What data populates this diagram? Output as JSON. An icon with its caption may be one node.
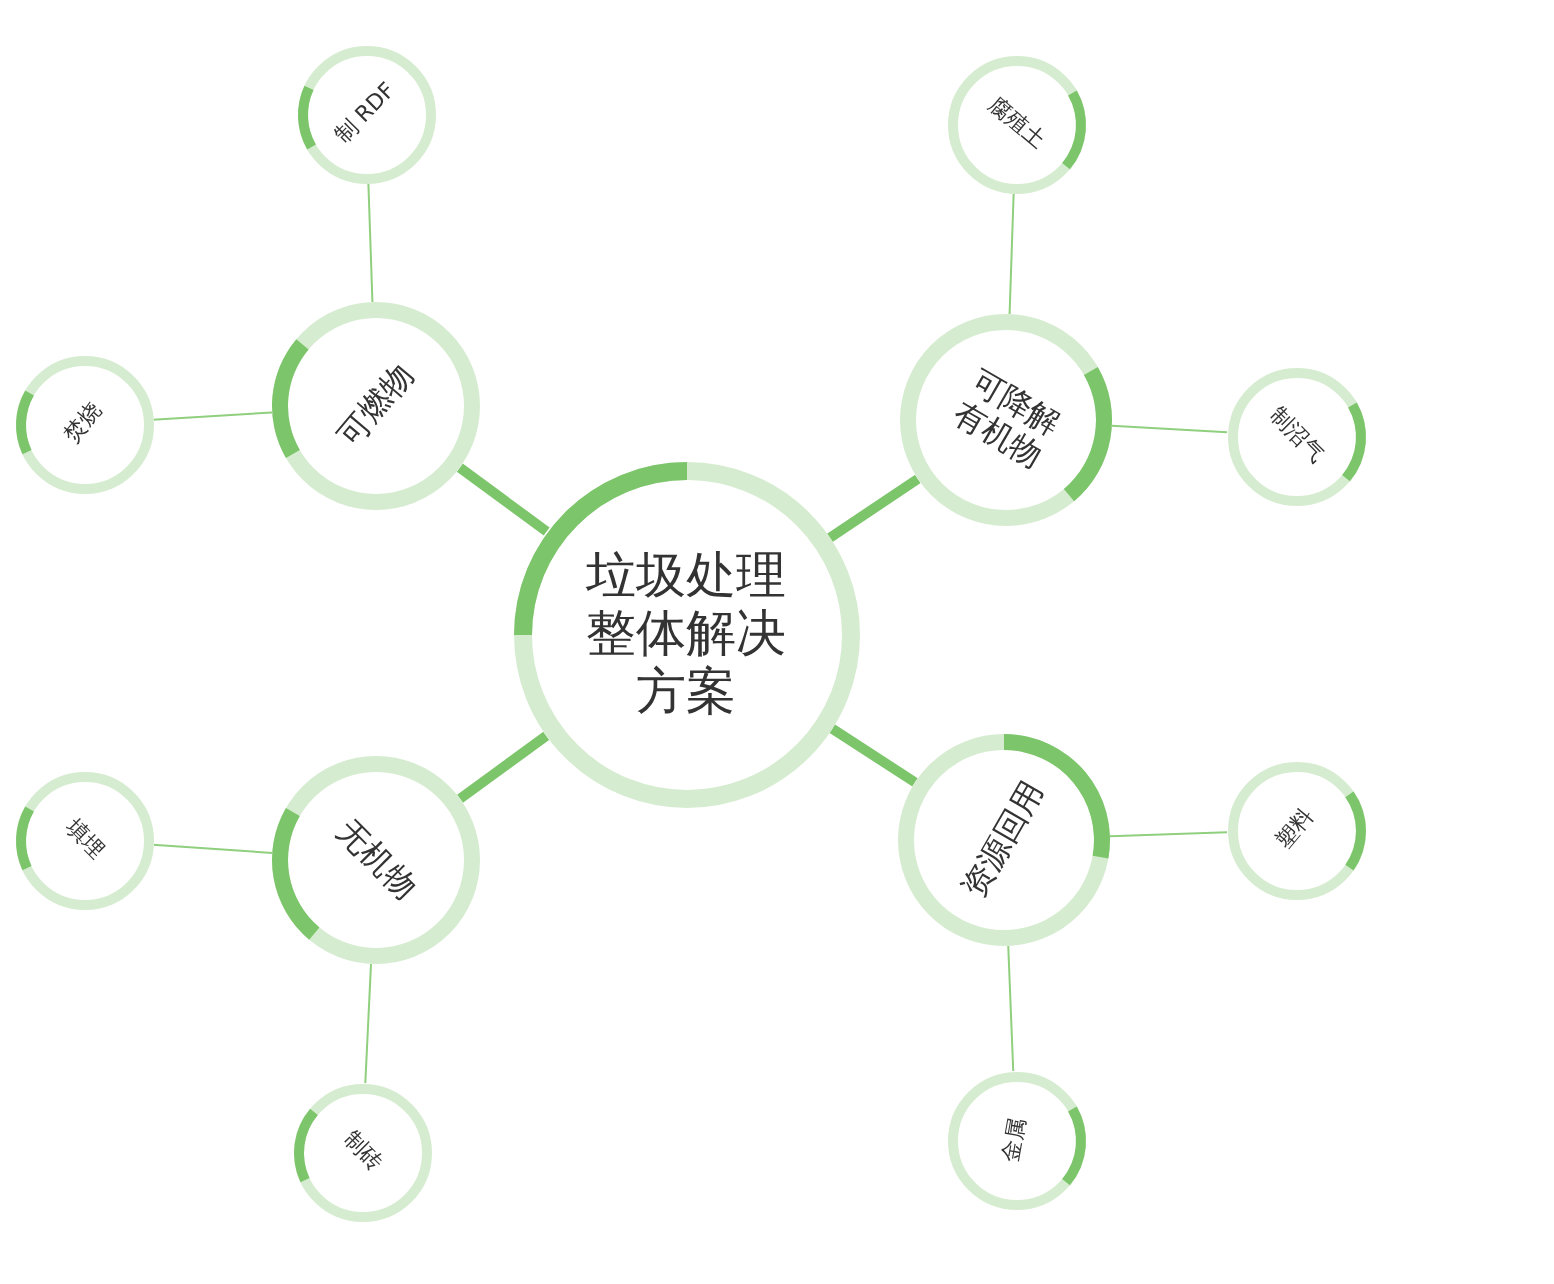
{
  "diagram": {
    "nodes": [
      {
        "text": [
          "垃圾处理整体解决方案"
        ]
      },
      {
        "text": [
          "可燃物"
        ]
      },
      {
        "text": [
          "可降解有机物"
        ]
      },
      {
        "text": [
          "无机物"
        ]
      },
      {
        "text": [
          "资源回用"
        ]
      },
      {
        "text": [
          "制 RDF"
        ]
      },
      {
        "text": [
          "焚烧"
        ]
      },
      {
        "text": [
          "腐殖土"
        ]
      },
      {
        "text": [
          "制沼气"
        ]
      },
      {
        "text": [
          "填埋"
        ]
      },
      {
        "text": [
          "塑料"
        ]
      },
      {
        "text": [
          "制砖"
        ]
      },
      {
        "text": [
          "金属"
        ]
      }
    ],
    "edges": [
      {
        "from": 0,
        "to": 1,
        "arrow": "none",
        "style": "thick"
      },
      {
        "from": 0,
        "to": 2,
        "arrow": "none",
        "style": "thick"
      },
      {
        "from": 0,
        "to": 3,
        "arrow": "none",
        "style": "thick"
      },
      {
        "from": 0,
        "to": 4,
        "arrow": "none",
        "style": "thick"
      },
      {
        "from": 1,
        "to": 5,
        "arrow": "none"
      },
      {
        "from": 1,
        "to": 6,
        "arrow": "none"
      },
      {
        "from": 2,
        "to": 7,
        "arrow": "none"
      },
      {
        "from": 2,
        "to": 8,
        "arrow": "none"
      },
      {
        "from": 3,
        "to": 9,
        "arrow": "none"
      },
      {
        "from": 4,
        "to": 10,
        "arrow": "none"
      },
      {
        "from": 3,
        "to": 11,
        "arrow": "none"
      },
      {
        "from": 4,
        "to": 12,
        "arrow": "none"
      }
    ]
  }
}
